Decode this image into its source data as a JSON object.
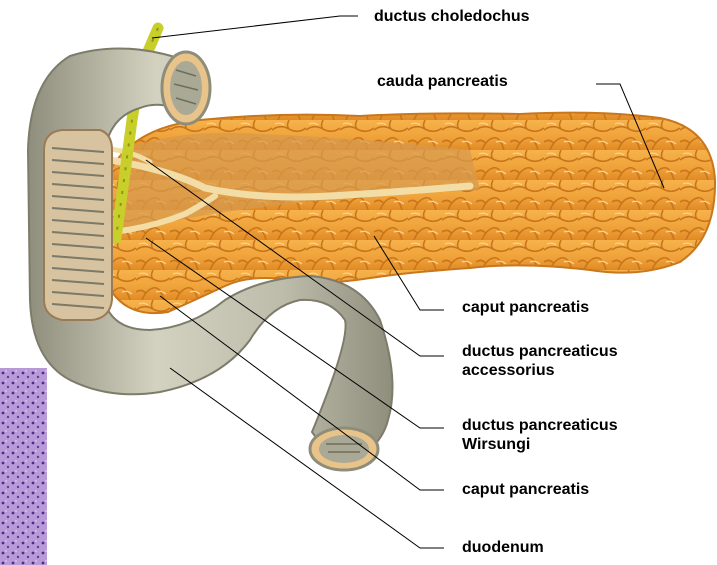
{
  "labels": {
    "choledochus": "ductus choledochus",
    "cauda": "cauda pancreatis",
    "caput_upper": "caput pancreatis",
    "accessorius_line1": "ductus pancreaticus",
    "accessorius_line2": "accessorius",
    "wirsungi_line1": "ductus pancreaticus",
    "wirsungi_line2": "Wirsungi",
    "caput_lower": "caput pancreatis",
    "duodenum": "duodenum"
  },
  "colors": {
    "pancreas": "#F2A43A",
    "pancreas_dark": "#D97F1E",
    "duct": "#F3DDA6",
    "duodenum": "#B9B8A5",
    "duodenum_dark": "#8E8D7A",
    "bile_duct": "#C8CF2A",
    "leader_line": "#000000"
  }
}
